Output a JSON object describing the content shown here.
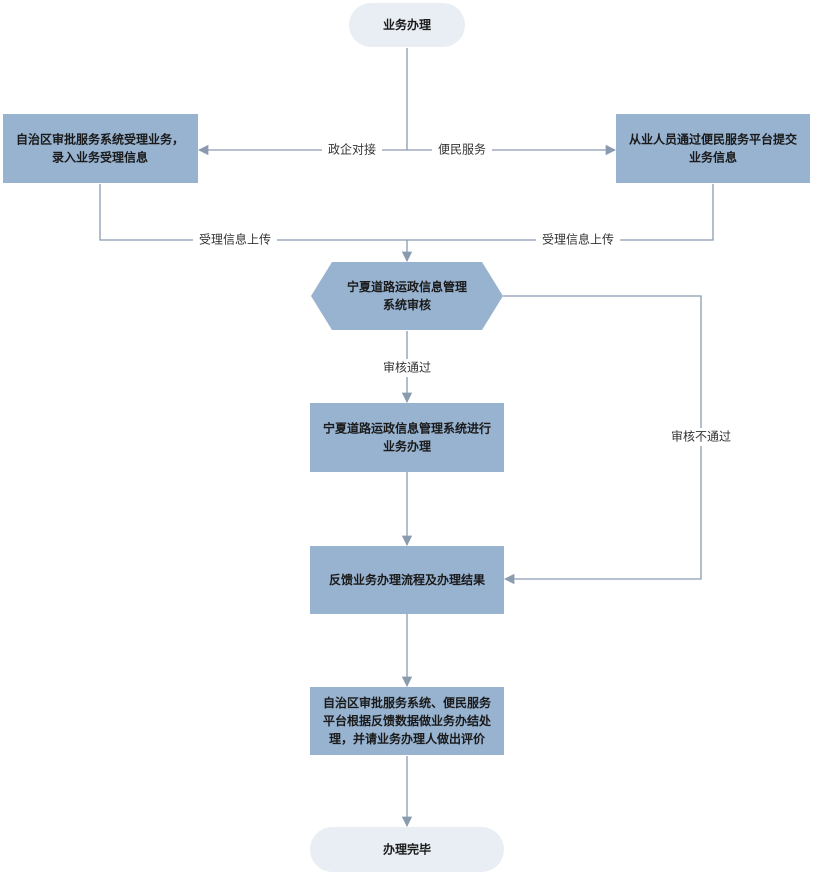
{
  "colors": {
    "box": "#97b3d0",
    "terminal": "#e8eef4",
    "edge": "#8a9bb0"
  },
  "nodes": {
    "start": [
      "业务办理"
    ],
    "gov_accept": [
      "自治区审批服务系统受理业务，",
      "录入业务受理信息"
    ],
    "citizen_submit": [
      "从业人员通过便民服务平台提交",
      "业务信息"
    ],
    "review": [
      "宁夏道路运政信息管理",
      "系统审核"
    ],
    "process": [
      "宁夏道路运政信息管理系统进行",
      "业务办理"
    ],
    "feedback": [
      "反馈业务办理流程及办理结果"
    ],
    "finalize": [
      "自治区审批服务系统、便民服务",
      "平台根据反馈数据做业务办结处",
      "理，并请业务办理人做出评价"
    ],
    "end": [
      "办理完毕"
    ]
  },
  "edge_labels": {
    "gov_link": "政企对接",
    "citizen_service": "便民服务",
    "upload_left": "受理信息上传",
    "upload_right": "受理信息上传",
    "approved": "审核通过",
    "rejected": "审核不通过"
  }
}
